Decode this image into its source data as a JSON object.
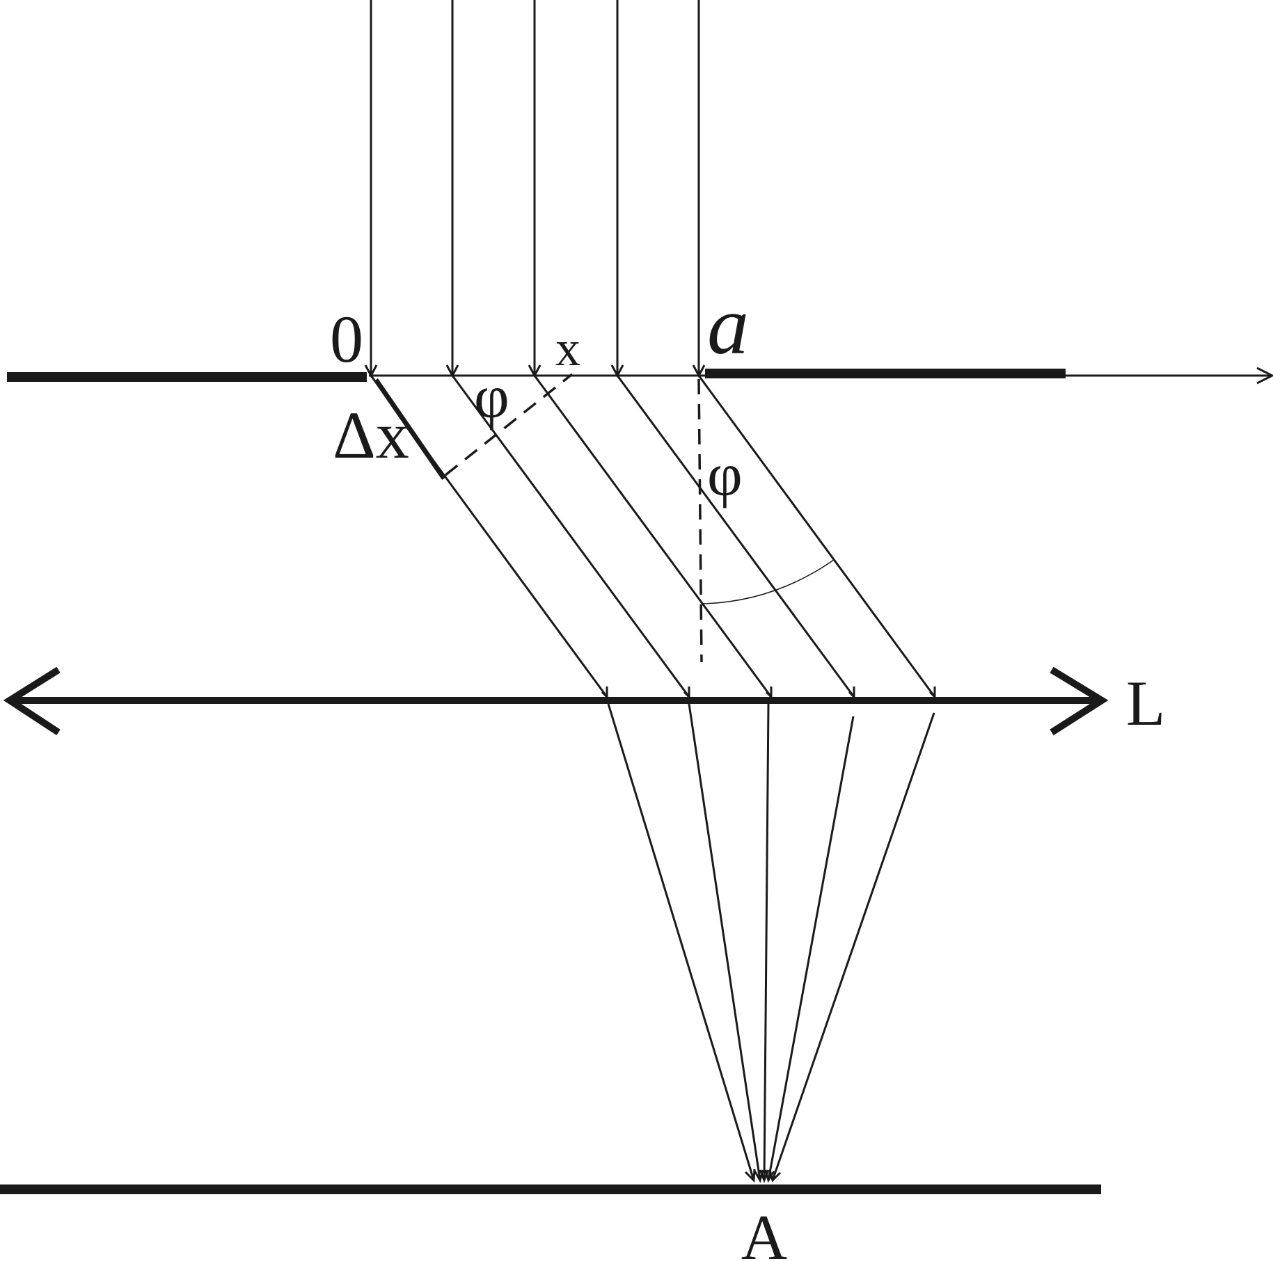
{
  "labels": {
    "origin": "0",
    "slit_width": "a",
    "position": "x",
    "element": "Δx",
    "angle_top": "φ",
    "angle_right": "φ",
    "lens": "L",
    "focus_point": "A"
  },
  "colors": {
    "ink": "#1a1a1a",
    "background": "#ffffff"
  }
}
